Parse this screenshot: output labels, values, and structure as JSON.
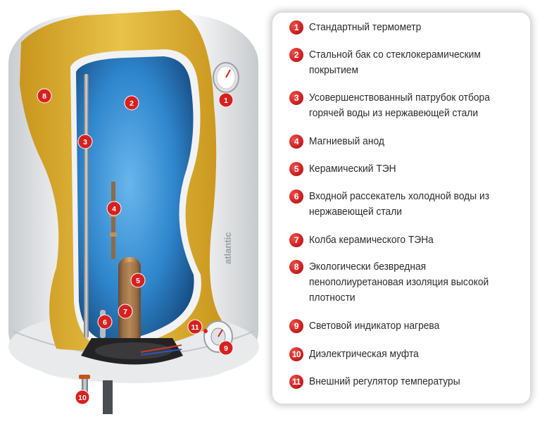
{
  "brand": "atlantic",
  "colors": {
    "marker": "#d5211f",
    "tank": "#2d7fc4",
    "insulation": "#e0b63a",
    "shell": "#eceef0"
  },
  "legend": [
    {
      "number": "1",
      "text": "Стандартный термометр"
    },
    {
      "number": "2",
      "text": "Стальной бак со стеклокерамическим покрытием"
    },
    {
      "number": "3",
      "text": "Усовершенствованный патрубок отбора горячей воды из нержавеющей стали"
    },
    {
      "number": "4",
      "text": "Магниевый анод"
    },
    {
      "number": "5",
      "text": "Керамический ТЭН"
    },
    {
      "number": "6",
      "text": "Входной рассекатель холодной воды из нержавеющей стали"
    },
    {
      "number": "7",
      "text": "Колба керамического ТЭНа"
    },
    {
      "number": "8",
      "text": "Экологически безвредная пенополиуретановая изоляция высокой плотности"
    },
    {
      "number": "9",
      "text": "Световой индикатор нагрева"
    },
    {
      "number": "10",
      "text": "Диэлектрическая муфта"
    },
    {
      "number": "11",
      "text": "Внешний регулятор температуры"
    }
  ]
}
